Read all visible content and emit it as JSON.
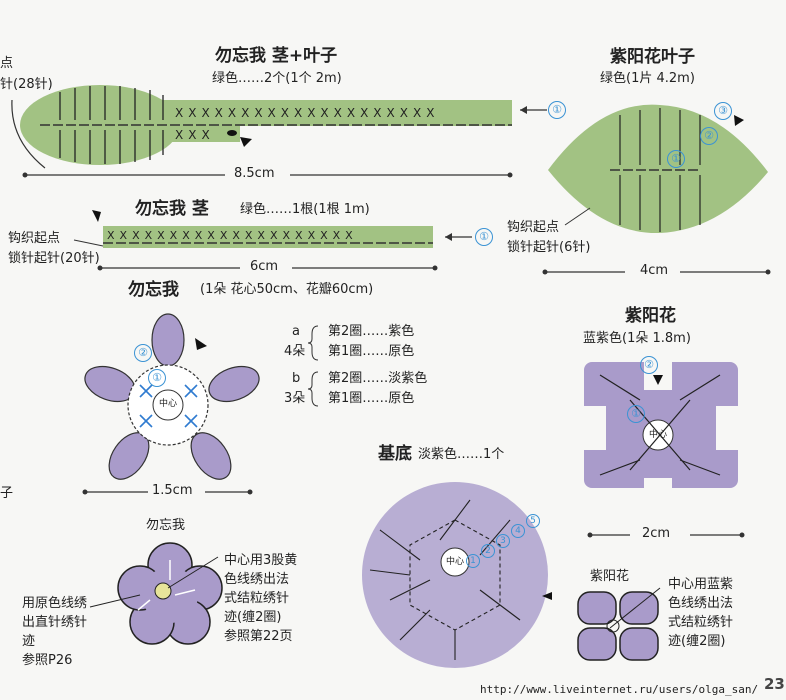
{
  "colors": {
    "green": "#a2c283",
    "purple": "#a99bca",
    "circle_blue": "#3b93d4"
  },
  "left_clip": {
    "line1": "点",
    "line2": "针(28针)",
    "line3": "子"
  },
  "stem_leaf": {
    "title": "勿忘我  茎+叶子",
    "subtitle": "绿色……2个(1个 2m)",
    "length": "8.5cm",
    "marker": "①"
  },
  "stem": {
    "title": "勿忘我  茎",
    "subtitle": "绿色……1根(1根 1m)",
    "start_label": "钩织起点",
    "chain_label": "锁针起针(20针)",
    "length": "6cm",
    "marker": "①"
  },
  "forgetmenot": {
    "title": "勿忘我",
    "subtitle": "(1朵 花心50cm、花瓣60cm)",
    "length": "1.5cm",
    "center": "中心",
    "round1": "①",
    "round2": "②"
  },
  "legend": {
    "a": {
      "letter": "a",
      "count": "4朵",
      "row2": "第2圈……紫色",
      "row1": "第1圈……原色"
    },
    "b": {
      "letter": "b",
      "count": "3朵",
      "row2": "第2圈……淡紫色",
      "row1": "第1圈……原色"
    }
  },
  "hydrangea_leaf": {
    "title": "紫阳花叶子",
    "subtitle": "绿色(1片 4.2m)",
    "start_label": "钩织起点",
    "chain_label": "锁针起针(6针)",
    "length": "4cm",
    "r1": "①",
    "r2": "②",
    "r3": "③"
  },
  "hydrangea": {
    "title": "紫阳花",
    "subtitle": "蓝紫色(1朵 1.8m)",
    "length": "2cm",
    "center": "中心",
    "r1": "①",
    "r2": "②"
  },
  "base": {
    "title": "基底",
    "subtitle": "淡紫色……1个",
    "center": "中心",
    "rounds": [
      "1",
      "2",
      "3",
      "4",
      "5"
    ]
  },
  "fmn_finish": {
    "title": "勿忘我",
    "left_note": [
      "用原色线绣",
      "出直针绣针",
      "迹",
      "参照P26"
    ],
    "right_note": [
      "中心用3股黄",
      "色线绣出法",
      "式结粒绣针",
      "迹(缠2圈)",
      "参照第22页"
    ]
  },
  "hyd_finish": {
    "title": "紫阳花",
    "note": [
      "中心用蓝紫",
      "色线绣出法",
      "式结粒绣针",
      "迹(缠2圈)"
    ]
  },
  "footer": {
    "url": "http://www.liveinternet.ru/users/olga_san/",
    "page": "23"
  }
}
